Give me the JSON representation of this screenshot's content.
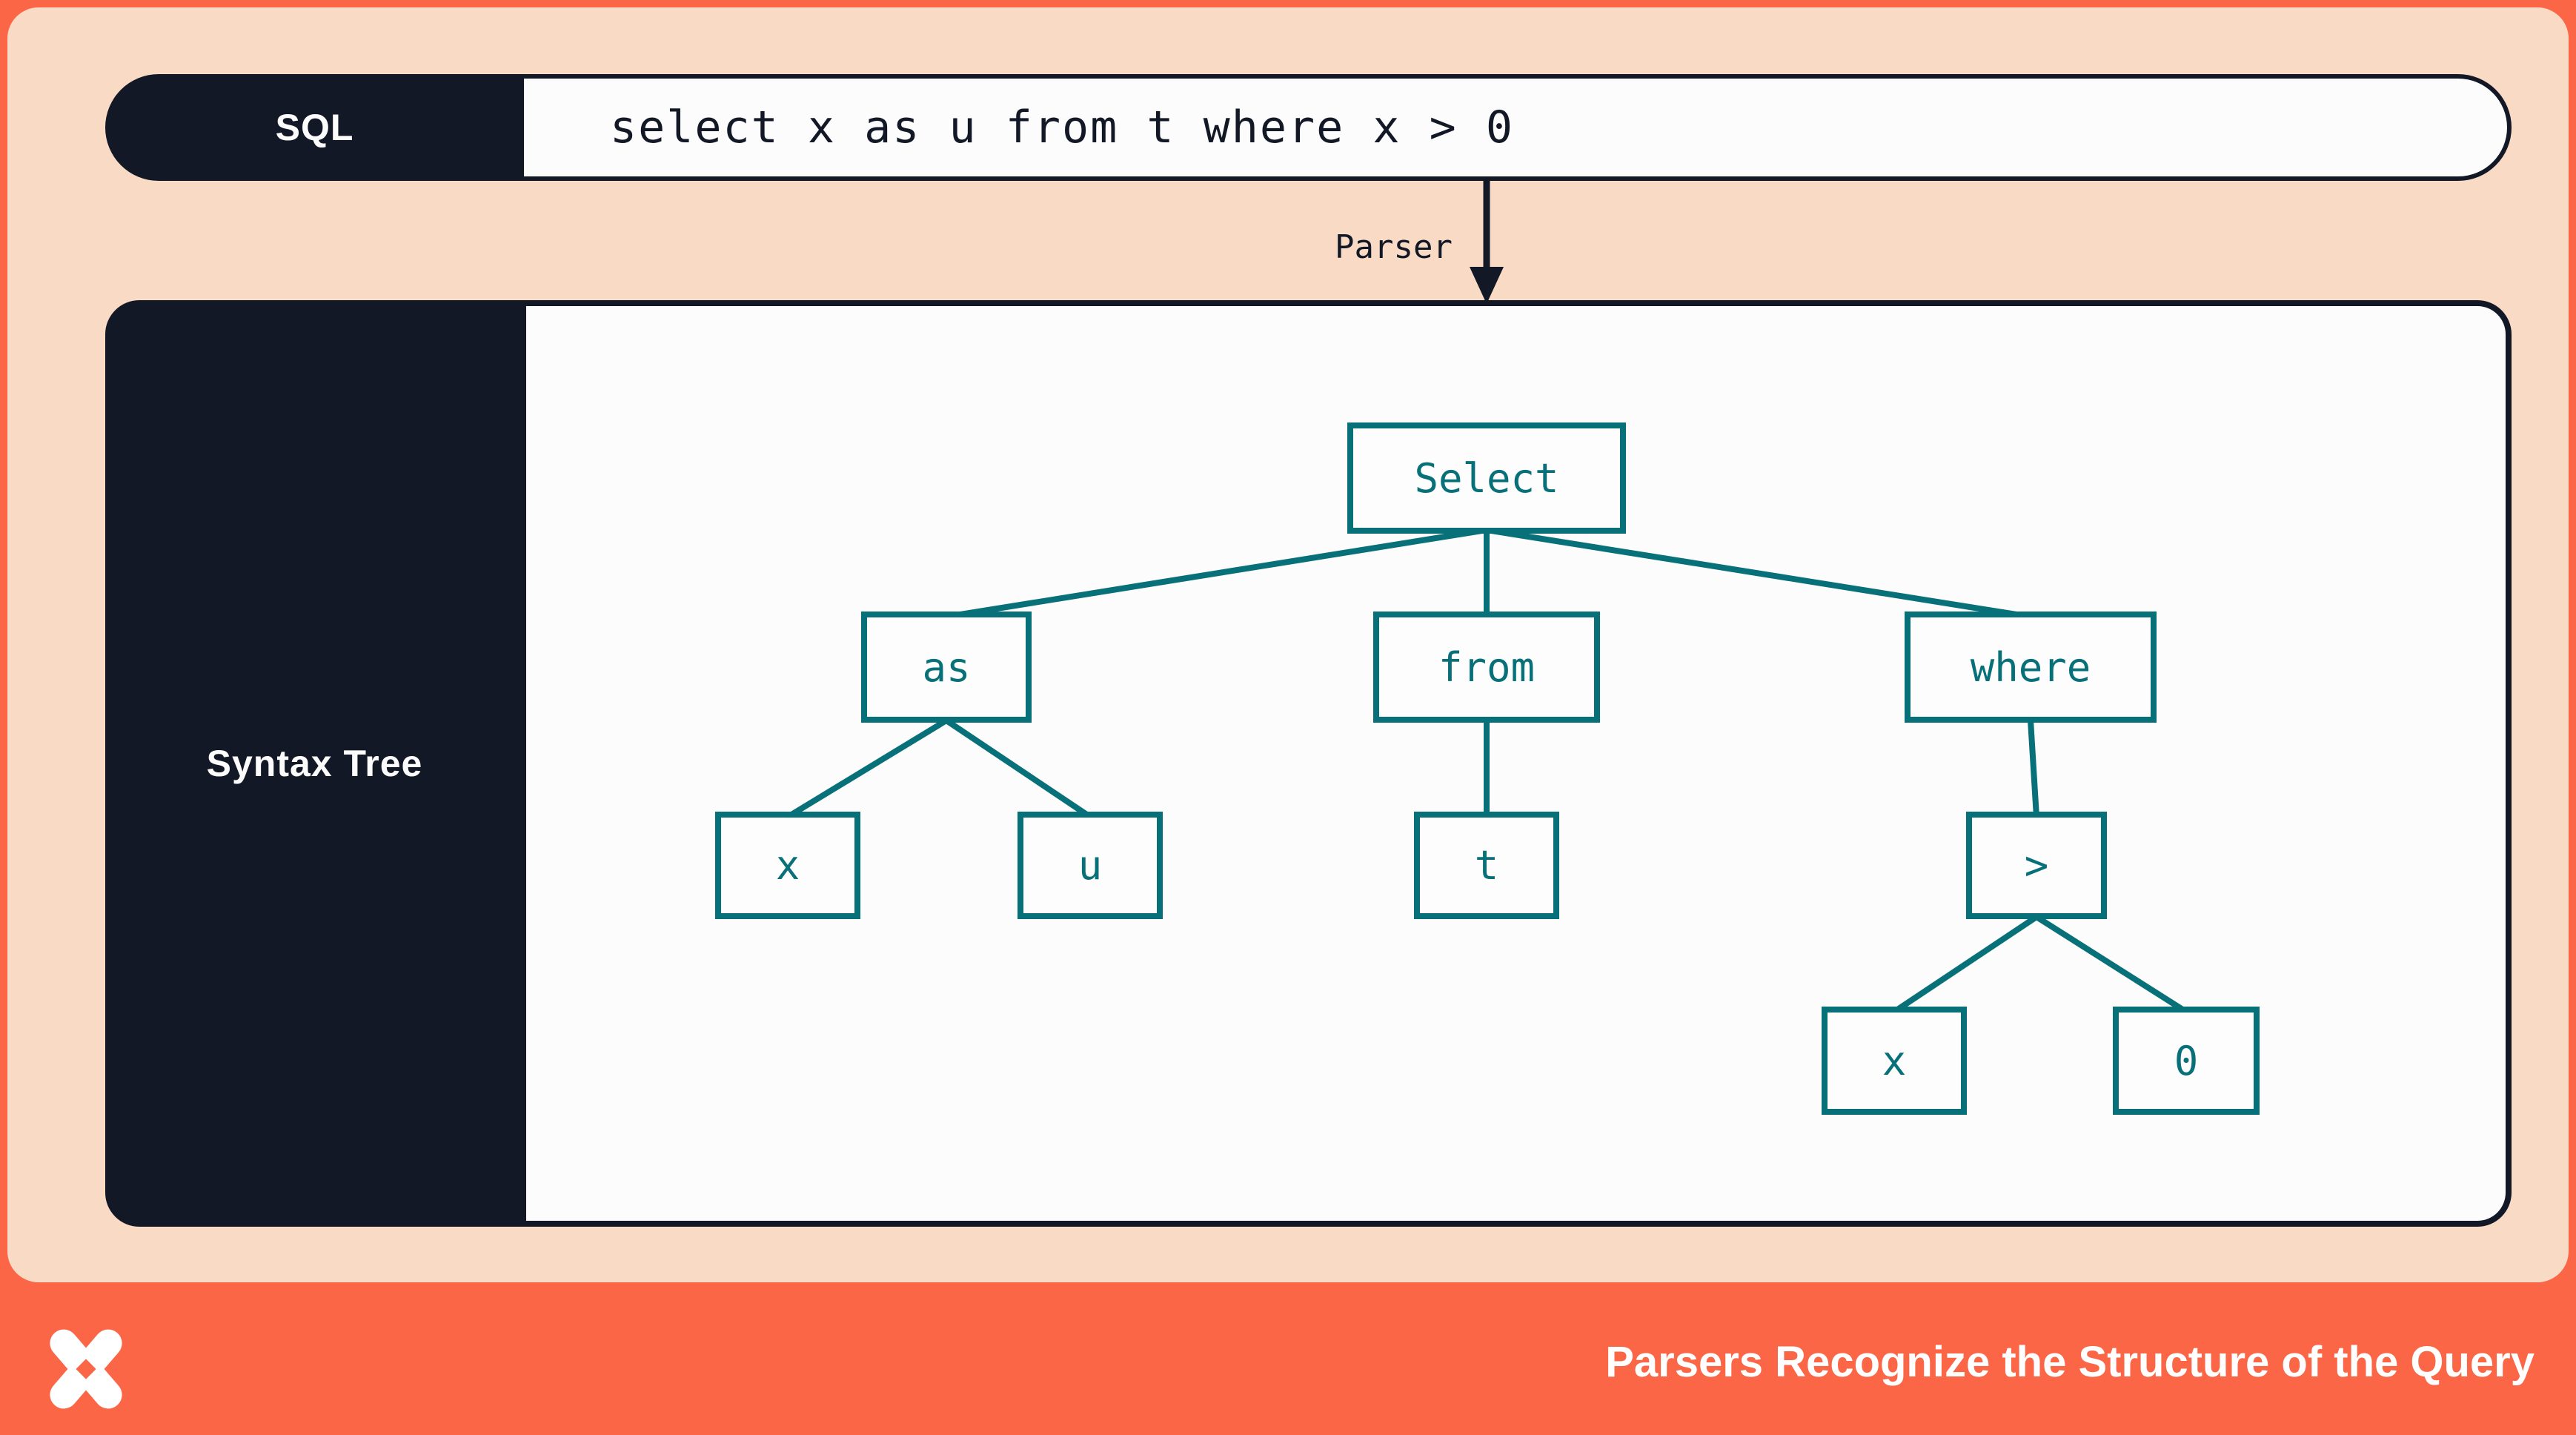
{
  "colors": {
    "orange": "#FB6647",
    "peach": "#F8DAC5",
    "navy": "#131826",
    "teal": "#077078",
    "white": "#FCFCFC"
  },
  "sql_bar": {
    "label": "SQL",
    "query": "select x as u from t where x > 0"
  },
  "parser": {
    "label": "Parser"
  },
  "tree_panel": {
    "label": "Syntax Tree"
  },
  "tree": {
    "nodes": [
      {
        "id": "select",
        "label": "Select"
      },
      {
        "id": "as",
        "label": "as"
      },
      {
        "id": "from",
        "label": "from"
      },
      {
        "id": "where",
        "label": "where"
      },
      {
        "id": "x1",
        "label": "x"
      },
      {
        "id": "u",
        "label": "u"
      },
      {
        "id": "t",
        "label": "t"
      },
      {
        "id": "gt",
        "label": ">"
      },
      {
        "id": "x2",
        "label": "x"
      },
      {
        "id": "zero",
        "label": "0"
      }
    ],
    "edges": [
      [
        "select",
        "as"
      ],
      [
        "select",
        "from"
      ],
      [
        "select",
        "where"
      ],
      [
        "as",
        "x1"
      ],
      [
        "as",
        "u"
      ],
      [
        "from",
        "t"
      ],
      [
        "where",
        "gt"
      ],
      [
        "gt",
        "x2"
      ],
      [
        "gt",
        "zero"
      ]
    ]
  },
  "footer": {
    "caption": "Parsers Recognize the Structure of the Query",
    "logo": "dolt-x-logo"
  }
}
